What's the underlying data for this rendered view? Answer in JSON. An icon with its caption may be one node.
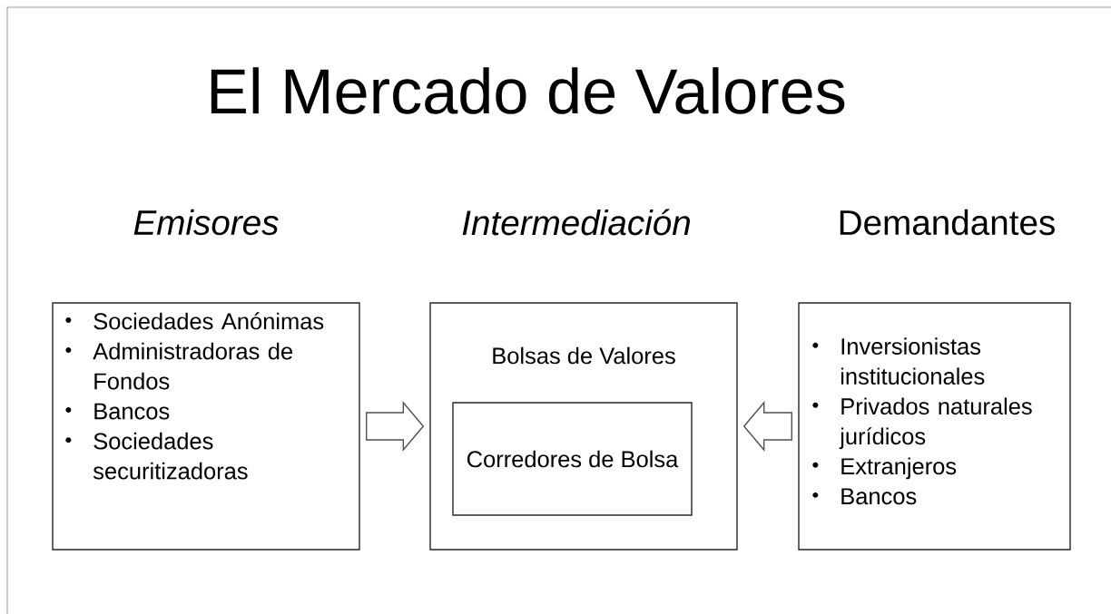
{
  "diagram": {
    "title": "El Mercado de Valores",
    "nodes": [
      {
        "text": [
          "Emisores",
          "Sociedades Anónimas",
          "Administradoras de Fondos",
          "Bancos",
          "Sociedades securitizadoras"
        ]
      },
      {
        "text": [
          "Intermediación",
          "Bolsas de Valores"
        ]
      },
      {
        "text": [
          "Corredores de Bolsa"
        ],
        "in": 1
      },
      {
        "text": [
          "Demandantes",
          "Inversionistas institucionales",
          "Privados naturales jurídicos",
          "Extranjeros",
          "Bancos"
        ]
      }
    ],
    "edges": [
      {
        "from": 0,
        "to": 1,
        "arrow": "to"
      },
      {
        "from": 3,
        "to": 1,
        "arrow": "to"
      }
    ]
  }
}
